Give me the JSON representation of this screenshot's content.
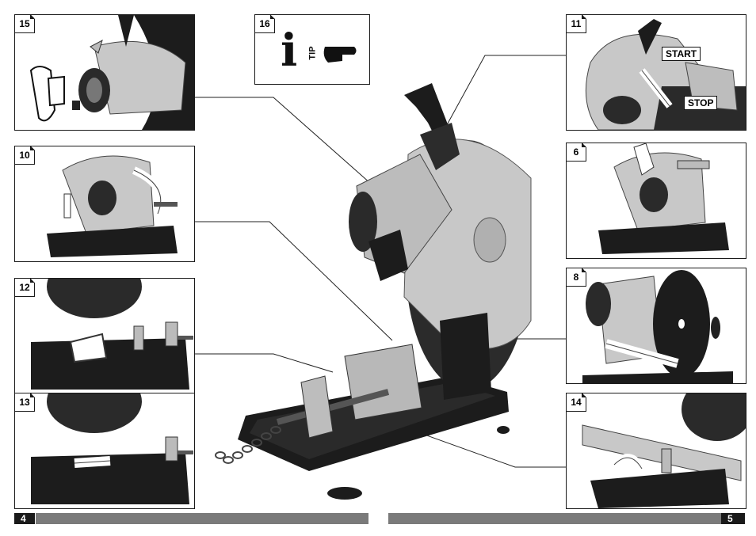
{
  "panels": {
    "p15": {
      "number": "15"
    },
    "p16": {
      "number": "16",
      "tip_label": "TIP"
    },
    "p11": {
      "number": "11",
      "start_label": "START",
      "stop_label": "STOP"
    },
    "p10": {
      "number": "10"
    },
    "p6": {
      "number": "6"
    },
    "p12": {
      "number": "12"
    },
    "p8": {
      "number": "8"
    },
    "p13": {
      "number": "13"
    },
    "p14": {
      "number": "14"
    }
  },
  "footer": {
    "left_page": "4",
    "right_page": "5"
  },
  "colors": {
    "gray": "#bdbdbd",
    "dark": "#1c1c1c",
    "mid": "#8a8a8a",
    "bar": "#7a7a7a"
  }
}
